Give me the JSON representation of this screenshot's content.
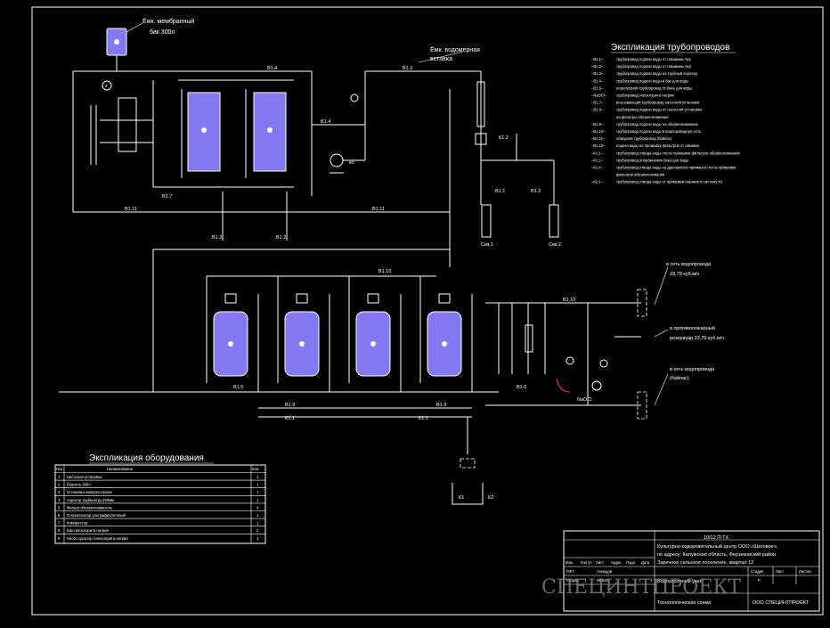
{
  "tank_label": [
    "Ёмк. мембранный",
    "бак 300л"
  ],
  "insert_label": [
    "Ёмк. водомерная",
    "вставка"
  ],
  "pipe_legend": {
    "title": "Экспликация трубопроводов",
    "rows": [
      {
        "code": "–В1.1–",
        "text": "трубопровод подачи воды от скважины №1"
      },
      {
        "code": "–В1.2–",
        "text": "трубопровод подачи воды от скважины №2"
      },
      {
        "code": "–В1.3–",
        "text": "трубопровод подачи воды на трубный аэратор"
      },
      {
        "code": "–В1.4–",
        "text": "трубопровод подачи воды в бак для воды"
      },
      {
        "code": "–В1.5–",
        "text": "перепускной трубопровод от бака для воды"
      },
      {
        "code": "–NaOCl–",
        "text": "трубопровод гипохлорита натрия"
      },
      {
        "code": "–В1.7–",
        "text": "всасывающий трубопровод насосной установки"
      },
      {
        "code": "–В1.8–",
        "text": "трубопровод подачи воды от насосной установки"
      },
      {
        "code": "",
        "text": "на фильтры обезжелезивания"
      },
      {
        "code": "–В1.9–",
        "text": "трубопровод подачи воды на обезжелезивание"
      },
      {
        "code": "–В1.10–",
        "text": "трубопровод подачи воды в водопроводную сеть"
      },
      {
        "code": "–В1.11–",
        "text": "обводной трубопровод (байпас)"
      },
      {
        "code": "–В1.12–",
        "text": "подача воды на промывку фильтров от скважин"
      },
      {
        "code": "–К1.1–",
        "text": "трубопровод отвода воды после промывки фильтров обезжелезивания"
      },
      {
        "code": "–К1.2–",
        "text": "трубопровод опорожнения бака для воды"
      },
      {
        "code": "–К1.4–",
        "text": "трубопровод отвода воды на дренажного приямка и после промывки"
      },
      {
        "code": "",
        "text": "фильтров обезжелезивания"
      },
      {
        "code": "–К2.1–",
        "text": "трубопровод отвода воды от промывки скважин в систему К2"
      }
    ]
  },
  "equipment": {
    "title": "Экспликация оборудования",
    "headers": [
      "Поз.",
      "Наименование",
      "Кол."
    ],
    "rows": [
      {
        "pos": "1",
        "name": "Насосная установка",
        "qty": "1"
      },
      {
        "pos": "2",
        "name": "Ёмкость 300л",
        "qty": "1"
      },
      {
        "pos": "3",
        "name": "Установка компрессорная",
        "qty": "1"
      },
      {
        "pos": "4",
        "name": "Аэратор трубный Д=250мм",
        "qty": "1"
      },
      {
        "pos": "5",
        "name": "Фильтр обезжелезиватель",
        "qty": "4"
      },
      {
        "pos": "6",
        "name": "Стерилизатор ультрафиолетовый",
        "qty": "1"
      },
      {
        "pos": "7",
        "name": "Компрессор",
        "qty": "1"
      },
      {
        "pos": "8",
        "name": "Бак гипохлорита натрия",
        "qty": "2"
      },
      {
        "pos": "9",
        "name": "Насос-дозатор гипохлорита натрия",
        "qty": "1"
      }
    ]
  },
  "net_labels": {
    "out_main": [
      "в сеть водопровода",
      "23,79 куб.м/ч"
    ],
    "out_fire": [
      "в противопожарный",
      "резервуар 23,79 куб.м/ч"
    ],
    "out_bypass": [
      "в сеть водопровода",
      "(байпас)"
    ]
  },
  "pipe_codes": {
    "b14": "В1.4",
    "b13": "В1.3",
    "b14b": "В1.4",
    "b15": "В1.5",
    "b16": "В1.6",
    "b17": "В1.7",
    "b11a": "В1.11",
    "b11b": "В1.11",
    "b12a": "В1.2",
    "b12b": "В1.2",
    "b11": "В1.1",
    "b12": "В1.2",
    "k12": "К1.2",
    "b10": "В1.10",
    "b10b": "В1.10",
    "b9a": "В1.9",
    "b9b": "В1.9",
    "k11": "К1.1",
    "naocl": "NaOCl",
    "k11b": "К1.1",
    "k1": "К1",
    "k2": "К2",
    "bo": "ВО",
    "skv1": "Скв.1",
    "skv2": "Скв.2"
  },
  "title_block": {
    "code": "10/12 П-ТХ",
    "object": "Культурно-оздоровительный центр ООО «Шатовое»,",
    "address1": "по адресу: Калужская область, Ферзиковский район,",
    "address2": "Заречное сельское поселение, квартал 12",
    "stage_headers": [
      "Стадия",
      "Лист",
      "Листов"
    ],
    "stage_values": [
      "Р",
      "",
      ""
    ],
    "sheet_name": "Водозаборный узел",
    "drawing_name": "Технологическая схема",
    "company": "ООО СПЕЦИНТПРОЕКТ",
    "rev_headers": [
      "Изм.",
      "Кол.уч",
      "Лист",
      "№док.",
      "Подп.",
      "Дата"
    ],
    "roles": [
      "ГИП",
      "Разраб."
    ],
    "names": [
      "Ахмедов",
      "Иванов"
    ]
  },
  "watermark": "СПЕЦИНТПРОЕКТ"
}
